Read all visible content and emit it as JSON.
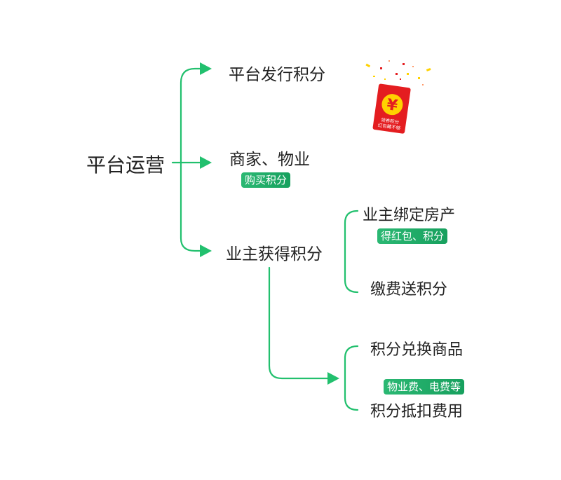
{
  "colors": {
    "connector": "#22c06e",
    "tag_bg": "#1aa862",
    "tag_text": "#ffffff",
    "node_text": "#222222",
    "packet_red": "#e41d20",
    "packet_gold": "#ffd200"
  },
  "root": {
    "label": "平台运营"
  },
  "branches": [
    {
      "label": "平台发行积分"
    },
    {
      "label": "商家、物业",
      "tag": "购买积分"
    },
    {
      "label": "业主获得积分"
    }
  ],
  "owner_group": [
    {
      "label": "业主绑定房产",
      "tag": "得红包、积分"
    },
    {
      "label": "缴费送积分"
    }
  ],
  "redeem_group": [
    {
      "label": "积分兑换商品"
    },
    {
      "label": "积分抵扣费用",
      "tag": "物业费、电费等"
    }
  ],
  "red_packet": {
    "icon": "red-envelope-icon",
    "symbol": "¥",
    "line1": "领券积分",
    "line2": "红包藏不够"
  }
}
